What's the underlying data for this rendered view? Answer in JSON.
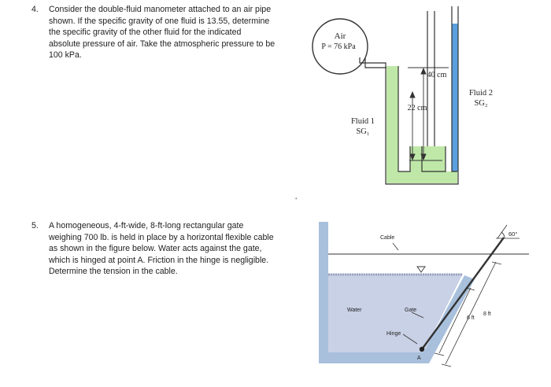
{
  "problem4": {
    "number": "4.",
    "lines": [
      "Consider the double-fluid manometer attached to an air pipe",
      "shown. If the specific gravity of one fluid is 13.55, determine",
      "the specific gravity of the other fluid for the indicated",
      "absolute pressure of air. Take the atmospheric pressure to be",
      "100 kPa."
    ],
    "figure": {
      "air_label": "Air",
      "pressure_label": "P = 76 kPa",
      "fluid1_label": "Fluid 1",
      "fluid1_sg": "SG₁",
      "fluid2_label": "Fluid 2",
      "fluid2_sg": "SG₂",
      "dim_40": "40 cm",
      "dim_22": "22 cm"
    }
  },
  "problem5": {
    "number": "5.",
    "lines": [
      "A homogeneous, 4-ft-wide, 8-ft-long rectangular gate",
      "weighing 700 lb. is held in place by a horizontal flexible cable",
      "as shown in the figure below.  Water acts against the gate,",
      "which is hinged at point A.  Friction in the hinge is negligible.",
      "Determine the tension in the cable."
    ],
    "figure": {
      "cable_label": "Cable",
      "water_label": "Water",
      "gate_label": "Gate",
      "hinge_label": "Hinge",
      "point_a": "A",
      "angle_label": "60°",
      "dim_6ft": "6 ft",
      "dim_8ft": "8 ft"
    }
  },
  "colors": {
    "fluid1": "#bfe8a8",
    "fluid2": "#5aa0de",
    "water": "#c9d1e6",
    "wall": "#a8c0dc"
  }
}
